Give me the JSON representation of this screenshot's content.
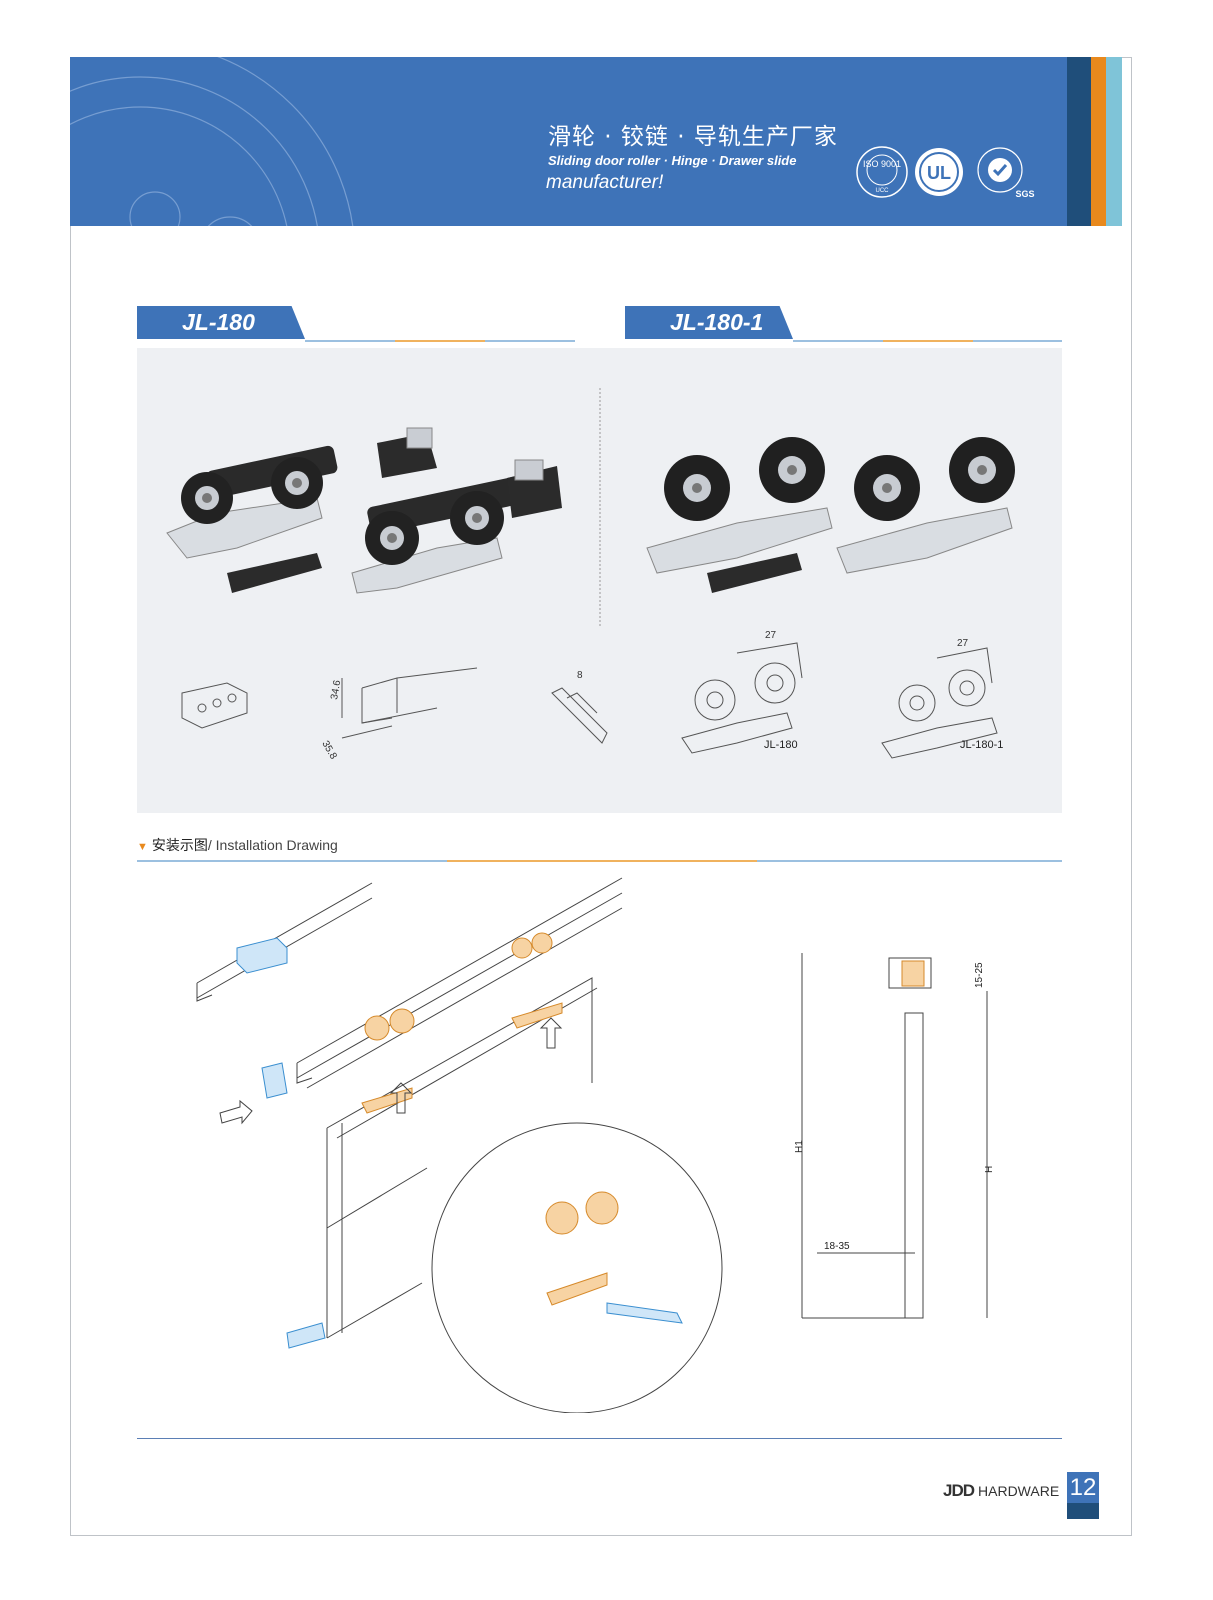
{
  "header": {
    "title_cn": "滑轮 · 铰链 · 导轨生产厂家",
    "title_en": "Sliding door roller · Hinge · Drawer slide",
    "title_en2": "manufacturer!",
    "badges": [
      {
        "label": "ISO 9001",
        "sub": "UCC",
        "icon": "iso-9001-badge-icon"
      },
      {
        "label": "UL",
        "icon": "ul-badge-icon"
      },
      {
        "label": "SGS",
        "icon": "sgs-badge-icon"
      }
    ],
    "colors": {
      "banner": "#3e73b8",
      "accent_orange": "#e8891d",
      "dark_teal": "#1f4e7a"
    }
  },
  "products": [
    {
      "model": "JL-180"
    },
    {
      "model": "JL-180-1"
    }
  ],
  "dimensions": {
    "track_height": "34.6",
    "track_width": "35.8",
    "guide": "8",
    "roller_jl180": "27",
    "roller_jl1801": "27",
    "label_jl180": "JL-180",
    "label_jl1801": "JL-180-1"
  },
  "installation": {
    "title_cn": "安装示图",
    "title_en": "/ Installation Drawing",
    "dims": {
      "gap": "15-25",
      "h1": "H1",
      "h": "H",
      "door": "18-35"
    }
  },
  "footer": {
    "brand_mark": "JDD",
    "brand_text": "HARDWARE",
    "page_number": "12"
  }
}
